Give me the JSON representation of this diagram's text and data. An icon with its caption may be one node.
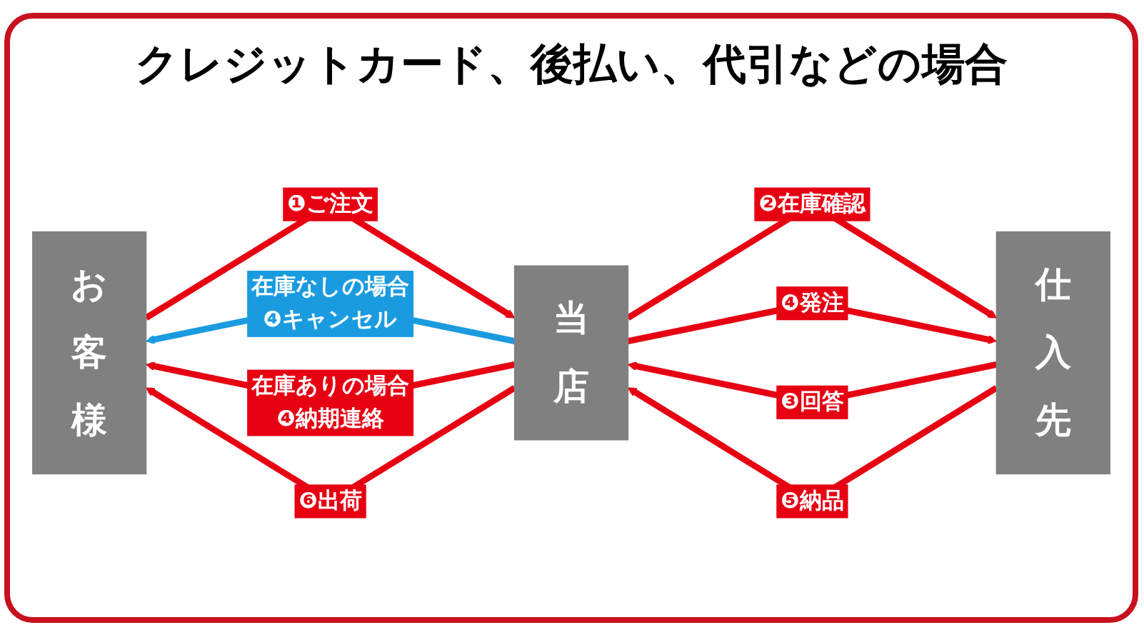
{
  "diagram": {
    "title": "クレジットカード、後払い、代引などの場合",
    "nodes": [
      {
        "text": [
          "お客様"
        ]
      },
      {
        "text": [
          "当店"
        ]
      },
      {
        "text": [
          "仕入先"
        ]
      }
    ],
    "edges": [
      {
        "from": 0,
        "to": 1,
        "arrow": "to",
        "label": "❶ご注文"
      },
      {
        "from": 1,
        "to": 2,
        "arrow": "to",
        "label": "❷在庫確認"
      },
      {
        "from": 1,
        "to": 0,
        "arrow": "to",
        "label": "在庫なしの場合 ❹キャンセル",
        "color": "#1a9be0"
      },
      {
        "from": 1,
        "to": 2,
        "arrow": "to",
        "label": "❹発注"
      },
      {
        "from": 1,
        "to": 0,
        "arrow": "to",
        "label": "在庫ありの場合 ❹納期連絡"
      },
      {
        "from": 2,
        "to": 1,
        "arrow": "to",
        "label": "❸回答"
      },
      {
        "from": 1,
        "to": 0,
        "arrow": "to",
        "label": "❻出荷"
      },
      {
        "from": 2,
        "to": 1,
        "arrow": "to",
        "label": "❺納品"
      }
    ]
  }
}
